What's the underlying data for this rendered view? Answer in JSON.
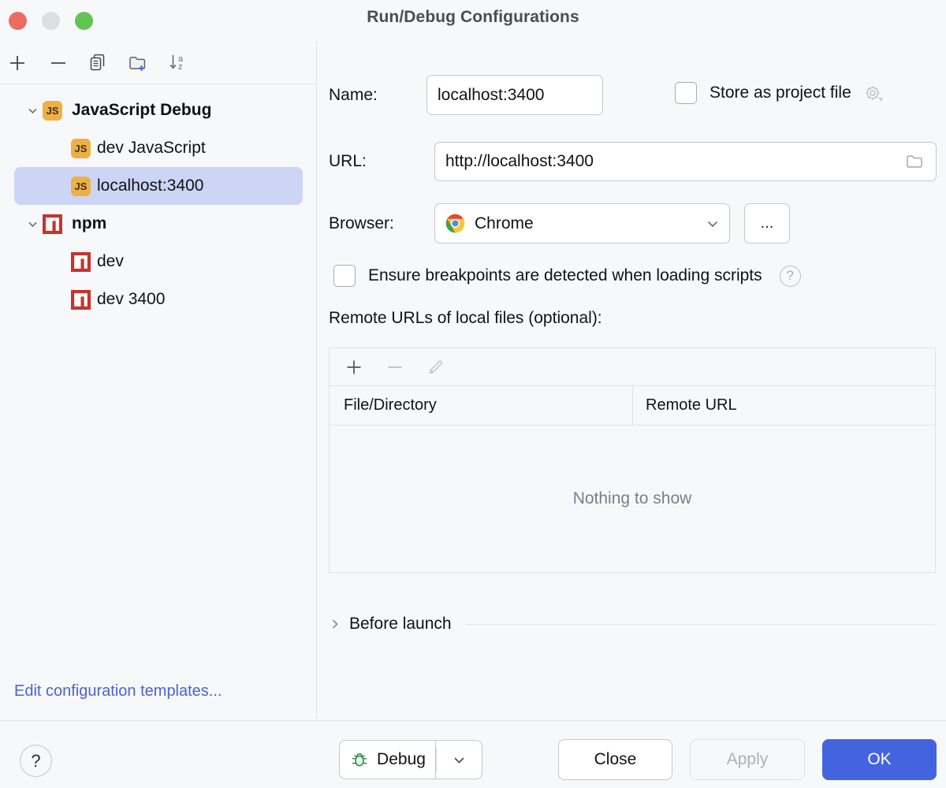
{
  "window": {
    "title": "Run/Debug Configurations",
    "traffic_lights": [
      "close-red",
      "minimize-gray",
      "zoom-green"
    ]
  },
  "sidebar": {
    "toolbar": [
      {
        "name": "add",
        "icon": "plus-icon"
      },
      {
        "name": "remove",
        "icon": "minus-icon"
      },
      {
        "name": "copy",
        "icon": "copy-icon"
      },
      {
        "name": "new-folder",
        "icon": "folder-plus-icon"
      },
      {
        "name": "sort-alphabetically",
        "icon": "sort-az-icon"
      }
    ],
    "tree": [
      {
        "label": "JavaScript Debug",
        "icon": "js-icon",
        "icon_text": "JS",
        "level": 0,
        "expanded": true,
        "bold": true,
        "selected": false
      },
      {
        "label": "dev JavaScript",
        "icon": "js-icon",
        "icon_text": "JS",
        "level": 1,
        "expanded": null,
        "bold": false,
        "selected": false
      },
      {
        "label": "localhost:3400",
        "icon": "js-icon",
        "icon_text": "JS",
        "level": 1,
        "expanded": null,
        "bold": false,
        "selected": true
      },
      {
        "label": "npm",
        "icon": "npm-icon",
        "icon_text": "",
        "level": 0,
        "expanded": true,
        "bold": true,
        "selected": false
      },
      {
        "label": "dev",
        "icon": "npm-icon",
        "icon_text": "",
        "level": 1,
        "expanded": null,
        "bold": false,
        "selected": false
      },
      {
        "label": "dev 3400",
        "icon": "npm-icon",
        "icon_text": "",
        "level": 1,
        "expanded": null,
        "bold": false,
        "selected": false
      }
    ],
    "edit_templates_link": "Edit configuration templates..."
  },
  "form": {
    "name_label": "Name:",
    "name_value": "localhost:3400",
    "store_as_project_file_label": "Store as project file",
    "store_as_project_file_checked": false,
    "store_gear_icon": "gear-icon",
    "url_label": "URL:",
    "url_value": "http://localhost:3400",
    "url_browse_icon": "folder-icon",
    "browser_label": "Browser:",
    "browser_value": "Chrome",
    "browser_icon": "chrome-icon",
    "browser_more_label": "...",
    "ensure_breakpoints_label": "Ensure breakpoints are detected when loading scripts",
    "ensure_breakpoints_checked": false,
    "ensure_help_icon": "question-icon",
    "remote_urls_label": "Remote URLs of local files (optional):"
  },
  "remote_table": {
    "toolbar": [
      {
        "name": "add-row",
        "icon": "plus-icon",
        "enabled": true
      },
      {
        "name": "remove-row",
        "icon": "minus-icon",
        "enabled": false
      },
      {
        "name": "edit-row",
        "icon": "pencil-icon",
        "enabled": false
      }
    ],
    "columns": [
      "File/Directory",
      "Remote URL"
    ],
    "rows": [],
    "empty_text": "Nothing to show"
  },
  "before_launch": {
    "label": "Before launch",
    "expanded": false,
    "chevron": "chevron-right-icon"
  },
  "footer": {
    "help_label": "?",
    "debug_label": "Debug",
    "debug_icon": "bug-icon",
    "debug_dropdown_icon": "chevron-down-icon",
    "close_label": "Close",
    "apply_label": "Apply",
    "apply_enabled": false,
    "ok_label": "OK"
  },
  "colors": {
    "accent": "#4464df",
    "selection": "#ccd5f5",
    "link": "#4864d8",
    "js_badge": "#eeb045",
    "npm_red": "#c5342f",
    "background": "#f7f8fa",
    "border": "#dfe1e5",
    "bug_green": "#3a8a4a"
  }
}
